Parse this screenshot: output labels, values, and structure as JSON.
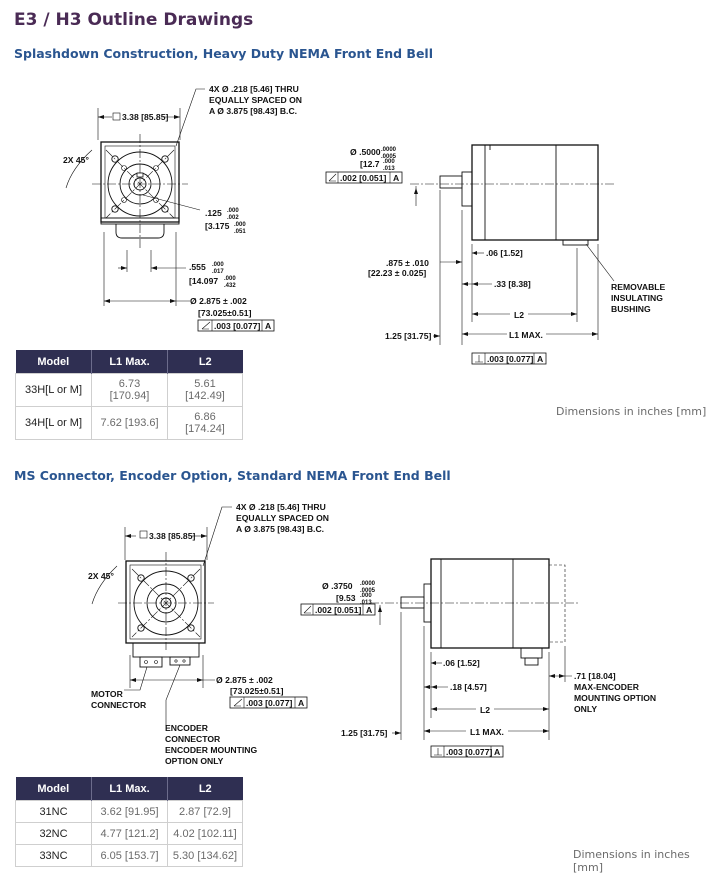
{
  "page_title": "E3 / H3 Outline Drawings",
  "section1": {
    "title": "Splashdown Construction, Heavy Duty NEMA Front End Bell",
    "front_view": {
      "hole_note": [
        "4X Ø .218 [5.46] THRU",
        "EQUALLY SPACED ON",
        "A Ø 3.875 [98.43] B.C."
      ],
      "square": "3.38 [85.85]",
      "angle": "2X 45°",
      "key_width": ".125",
      "key_width_tol": [
        ".000",
        ".002"
      ],
      "key_width_mm": "[3.175",
      "key_width_mm_tol": [
        ".000",
        ".051"
      ],
      "key_height": ".555",
      "key_height_tol": [
        ".000",
        ".017"
      ],
      "key_height_mm": "[14.097",
      "key_height_mm_tol": [
        ".000",
        ".432"
      ],
      "pilot": "Ø 2.875 ± .002",
      "pilot_mm": "[73.025±0.51]",
      "pilot_frame": ".003 [0.077]",
      "pilot_datum": "A"
    },
    "side_view": {
      "shaft": "Ø .5000",
      "shaft_tol": [
        ".0000",
        ".0005"
      ],
      "shaft_mm": "[12.7",
      "shaft_mm_tol": [
        ".000",
        ".013"
      ],
      "shaft_frame": ".002 [0.051]",
      "shaft_datum": "A",
      "dim_06": ".06 [1.52]",
      "dim_875": ".875 ± .010",
      "dim_875_mm": "[22.23 ± 0.025]",
      "dim_33": ".33 [8.38]",
      "l2": "L2",
      "l1": "L1 MAX.",
      "dim_125": "1.25 [31.75]",
      "perp_frame": ".003 [0.077]",
      "perp_datum": "A",
      "bushing_note": [
        "REMOVABLE",
        "INSULATING",
        "BUSHING"
      ]
    },
    "table": {
      "headers": [
        "Model",
        "L1 Max.",
        "L2"
      ],
      "rows": [
        {
          "model": "33H[L or M]",
          "l1": [
            "6.73",
            "[170.94]"
          ],
          "l2": [
            "5.61",
            "[142.49]"
          ]
        },
        {
          "model": "34H[L or M]",
          "l1": [
            "7.62 [193.6]"
          ],
          "l2": [
            "6.86",
            "[174.24]"
          ]
        }
      ]
    },
    "dim_note": "Dimensions in inches [mm]"
  },
  "section2": {
    "title": "MS Connector, Encoder Option, Standard NEMA Front End Bell",
    "front_view": {
      "hole_note": [
        "4X Ø .218 [5.46] THRU",
        "EQUALLY SPACED ON",
        "A Ø 3.875 [98.43] B.C."
      ],
      "square": "3.38 [85.85]",
      "angle": "2X 45°",
      "pilot": "Ø 2.875 ± .002",
      "pilot_mm": "[73.025±0.51]",
      "pilot_frame": ".003 [0.077]",
      "pilot_datum": "A",
      "motor_connector": [
        "MOTOR",
        "CONNECTOR"
      ],
      "encoder_connector": [
        "ENCODER",
        "CONNECTOR",
        "ENCODER MOUNTING",
        "OPTION ONLY"
      ]
    },
    "side_view": {
      "shaft": "Ø .3750",
      "shaft_tol": [
        ".0000",
        ".0005"
      ],
      "shaft_mm": "[9.53",
      "shaft_mm_tol": [
        ".000",
        ".013"
      ],
      "shaft_frame": ".002 [0.051]",
      "shaft_datum": "A",
      "dim_06": ".06 [1.52]",
      "dim_18": ".18 [4.57]",
      "dim_71": ".71 [18.04]",
      "encoder_note": [
        "MAX-ENCODER",
        "MOUNTING OPTION",
        "ONLY"
      ],
      "l2": "L2",
      "l1": "L1 MAX.",
      "dim_125": "1.25 [31.75]",
      "perp_frame": ".003 [0.077]",
      "perp_datum": "A"
    },
    "table": {
      "headers": [
        "Model",
        "L1 Max.",
        "L2"
      ],
      "rows": [
        {
          "model": "31NC",
          "l1": "3.62 [91.95]",
          "l2": "2.87 [72.9]"
        },
        {
          "model": "32NC",
          "l1": "4.77 [121.2]",
          "l2": "4.02 [102.11]"
        },
        {
          "model": "33NC",
          "l1": "6.05 [153.7]",
          "l2": "5.30 [134.62]"
        }
      ]
    },
    "dim_note": "Dimensions in inches [mm]"
  }
}
